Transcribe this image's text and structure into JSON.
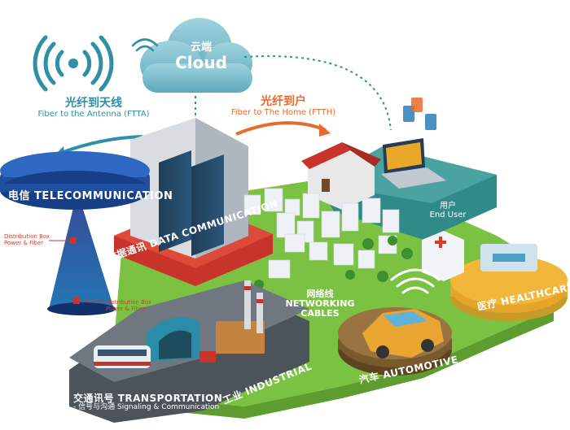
{
  "cloud": {
    "cn": "云端",
    "en": "Cloud"
  },
  "ftta": {
    "cn": "光纤到天线",
    "en": "Fiber to the Antenna (FTTA)"
  },
  "ftth": {
    "cn": "光纤到户",
    "en": "Fiber to The Home (FTTH)"
  },
  "telecom": {
    "cn": "电信",
    "en": "TELECOMMUNICATION"
  },
  "distribution_1": {
    "line1": "Distribution Box",
    "line2": "Power & Fiber"
  },
  "distribution_2": {
    "line1": "Distribution Box",
    "line2": "Power & Fiber"
  },
  "datacom": {
    "cn": "数据通讯",
    "en": "DATA COMMUNICATION"
  },
  "networking": {
    "cn": "网络线",
    "en1": "NETWORKING",
    "en2": "CABLES"
  },
  "end_user": {
    "cn": "用户",
    "en": "End User"
  },
  "healthcare": {
    "cn": "医疗",
    "en": "HEALTHCARE"
  },
  "automotive": {
    "cn": "汽车",
    "en": "AUTOMOTIVE"
  },
  "industrial": {
    "cn": "工业",
    "en": "INDUSTRIAL"
  },
  "transportation": {
    "cn": "交通讯号",
    "en": "TRANSPORTATION",
    "sub_cn": "- 信号与沟通",
    "sub_en": "Signaling & Communication"
  },
  "colors": {
    "teal": "#2e8fa6",
    "orange": "#e86a2c",
    "blue_ring": "#1e4fa0",
    "red": "#c8342a",
    "green": "#7cc242",
    "gold": "#e7a42a",
    "brown": "#7a5a2a",
    "grey": "#5f6670"
  }
}
